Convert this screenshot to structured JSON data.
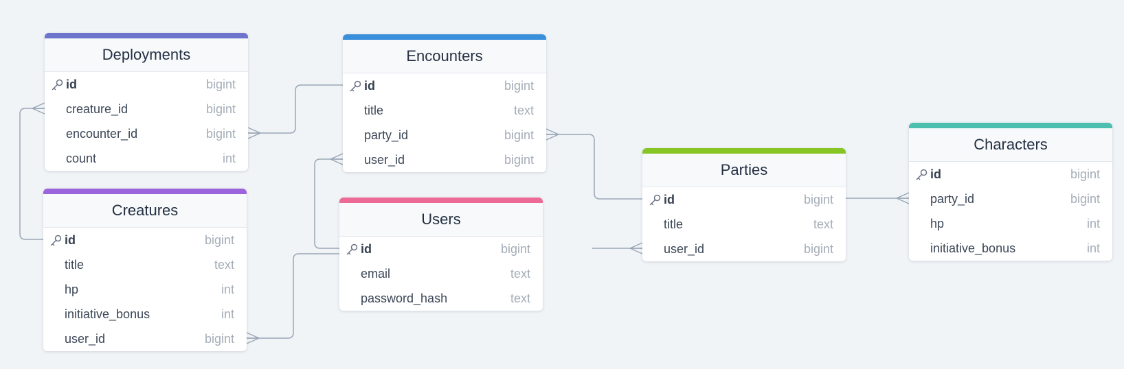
{
  "tables": {
    "deployments": {
      "name": "Deployments",
      "color": "#6c74cc",
      "fields": [
        {
          "name": "id",
          "type": "bigint",
          "pk": true
        },
        {
          "name": "creature_id",
          "type": "bigint",
          "pk": false
        },
        {
          "name": "encounter_id",
          "type": "bigint",
          "pk": false
        },
        {
          "name": "count",
          "type": "int",
          "pk": false
        }
      ]
    },
    "encounters": {
      "name": "Encounters",
      "color": "#3a8fdb",
      "fields": [
        {
          "name": "id",
          "type": "bigint",
          "pk": true
        },
        {
          "name": "title",
          "type": "text",
          "pk": false
        },
        {
          "name": "party_id",
          "type": "bigint",
          "pk": false
        },
        {
          "name": "user_id",
          "type": "bigint",
          "pk": false
        }
      ]
    },
    "creatures": {
      "name": "Creatures",
      "color": "#9b63dc",
      "fields": [
        {
          "name": "id",
          "type": "bigint",
          "pk": true
        },
        {
          "name": "title",
          "type": "text",
          "pk": false
        },
        {
          "name": "hp",
          "type": "int",
          "pk": false
        },
        {
          "name": "initiative_bonus",
          "type": "int",
          "pk": false
        },
        {
          "name": "user_id",
          "type": "bigint",
          "pk": false
        }
      ]
    },
    "users": {
      "name": "Users",
      "color": "#ee6a96",
      "fields": [
        {
          "name": "id",
          "type": "bigint",
          "pk": true
        },
        {
          "name": "email",
          "type": "text",
          "pk": false
        },
        {
          "name": "password_hash",
          "type": "text",
          "pk": false
        }
      ]
    },
    "parties": {
      "name": "Parties",
      "color": "#86c524",
      "fields": [
        {
          "name": "id",
          "type": "bigint",
          "pk": true
        },
        {
          "name": "title",
          "type": "text",
          "pk": false
        },
        {
          "name": "user_id",
          "type": "bigint",
          "pk": false
        }
      ]
    },
    "characters": {
      "name": "Characters",
      "color": "#4dbfae",
      "fields": [
        {
          "name": "id",
          "type": "bigint",
          "pk": true
        },
        {
          "name": "party_id",
          "type": "bigint",
          "pk": false
        },
        {
          "name": "hp",
          "type": "int",
          "pk": false
        },
        {
          "name": "initiative_bonus",
          "type": "int",
          "pk": false
        }
      ]
    }
  },
  "relationships": [
    {
      "from": "deployments.creature_id",
      "to": "creatures.id",
      "cardinality": "many-to-one"
    },
    {
      "from": "deployments.encounter_id",
      "to": "encounters.id",
      "cardinality": "many-to-one"
    },
    {
      "from": "encounters.party_id",
      "to": "parties.id",
      "cardinality": "many-to-one"
    },
    {
      "from": "encounters.user_id",
      "to": "users.id",
      "cardinality": "many-to-one"
    },
    {
      "from": "creatures.user_id",
      "to": "users.id",
      "cardinality": "many-to-one"
    },
    {
      "from": "parties.user_id",
      "to": "users.id",
      "cardinality": "many-to-one"
    },
    {
      "from": "characters.party_id",
      "to": "parties.id",
      "cardinality": "many-to-one"
    }
  ],
  "icons": {
    "primary_key": "key-icon"
  },
  "colors": {
    "background": "#f0f4f7",
    "connector": "#9aa6b6"
  }
}
